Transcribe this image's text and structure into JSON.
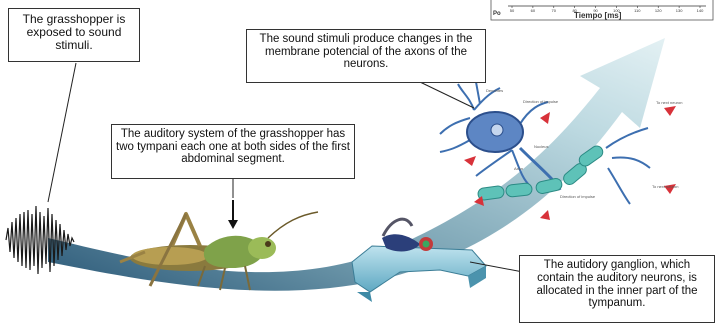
{
  "callouts": {
    "exposed": "The grasshopper is exposed to sound stimuli.",
    "membrane": "The sound stimuli produce changes in the membrane potencial of the axons of the neurons.",
    "auditory_system": "The auditory system of the grasshopper has two tympani each one at both sides of the first abdominal segment.",
    "ganglion": "The autidory ganglion, which contain the auditory neurons, is allocated in the inner part of the tympanum."
  },
  "inset_plot": {
    "x_axis_label": "Tiempo [ms]",
    "y_axis_label_fragment": "Po",
    "x_ticks": [
      "50",
      "60",
      "70",
      "80",
      "90",
      "100",
      "110",
      "120",
      "130",
      "140"
    ]
  },
  "neuron_labels": {
    "dendrites": "Dendrites",
    "direction_top": "Direction of impulse",
    "to_next_neuron_top": "To next neuron",
    "nucleus": "Nucleus",
    "axon": "Axon",
    "direction_bottom": "Direction of impulse",
    "to_next_neuron_bottom": "To next neuron"
  },
  "colors": {
    "arrow_light": "#cfe4ea",
    "arrow_mid": "#7fa6b5",
    "arrow_dark": "#2d5a78",
    "neuron": "#3d6fb0",
    "axon_segments": "#5ec2b8",
    "impulse_arrow": "#d8323a"
  },
  "icons": [
    "sound-waveform",
    "grasshopper",
    "tympanum-structure",
    "neuron"
  ]
}
